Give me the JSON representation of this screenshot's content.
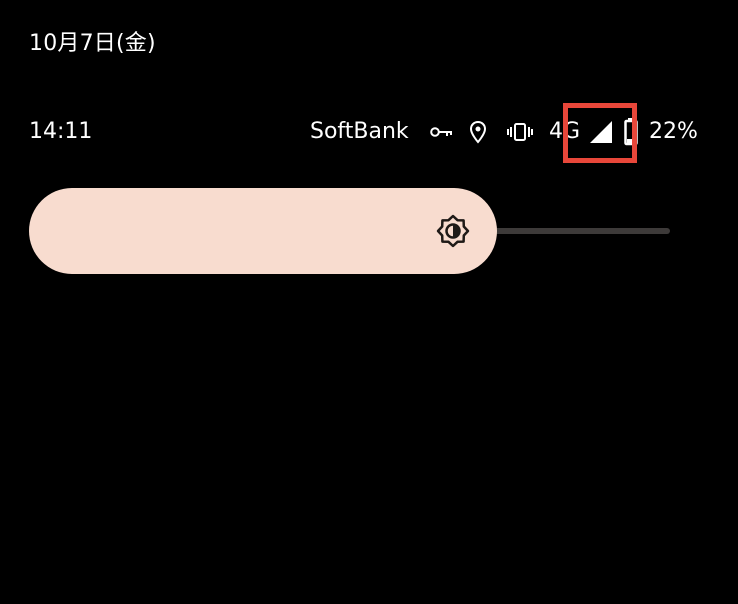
{
  "header": {
    "date": "10月7日(金)"
  },
  "status_bar": {
    "time": "14:11",
    "carrier": "SoftBank",
    "network_type": "4G",
    "battery_percent": "22%",
    "icons": [
      "vpn-key-icon",
      "location-icon",
      "vibrate-icon",
      "signal-icon",
      "battery-icon"
    ]
  },
  "brightness": {
    "icon": "brightness-icon",
    "level": 0.73
  },
  "colors": {
    "background": "#000000",
    "slider_fill": "#f8dccf",
    "slider_track": "#3d3a39",
    "highlight": "#e8473a"
  }
}
